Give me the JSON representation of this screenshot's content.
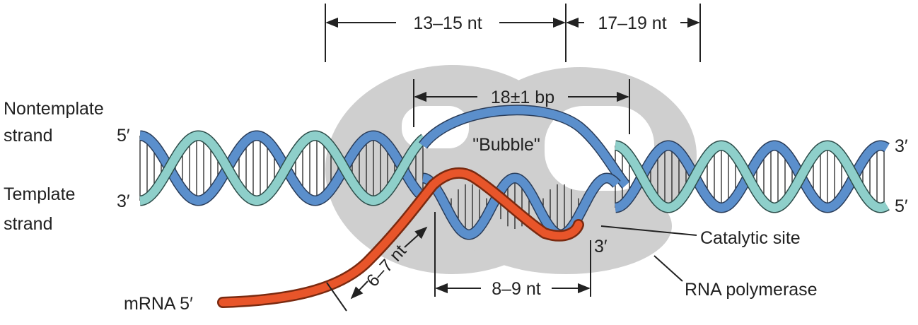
{
  "labels": {
    "nontemplate_line1": "Nontemplate",
    "nontemplate_line2": "strand",
    "template_line1": "Template",
    "template_line2": "strand",
    "left_top_end": "5′",
    "left_bottom_end": "3′",
    "right_top_end": "3′",
    "right_bottom_end": "5′",
    "bubble": "\"Bubble\"",
    "mrna": "mRNA 5′",
    "rna_3prime": "3′",
    "catalytic_site": "Catalytic site",
    "rna_polymerase": "RNA polymerase"
  },
  "dimensions": {
    "upstream_span": "13–15 nt",
    "downstream_span": "17–19 nt",
    "bubble_span": "18±1 bp",
    "hybrid_span": "8–9 nt",
    "exit_span": "6–7 nt"
  },
  "colors": {
    "nontemplate_strand": "#5b8fcc",
    "template_strand": "#8ecfca",
    "mrna": "#e8552a",
    "polymerase": "#cfcfcf",
    "text": "#222222",
    "line": "#222222"
  }
}
